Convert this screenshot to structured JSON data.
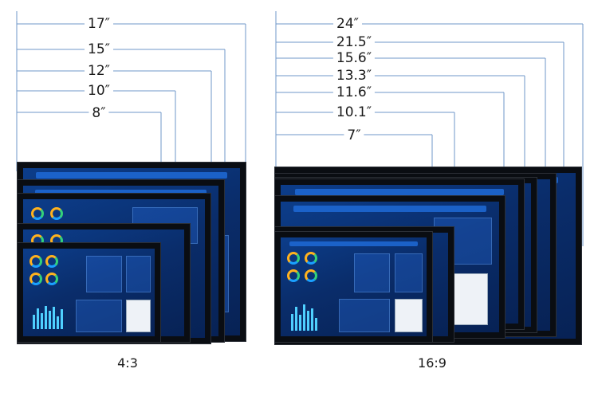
{
  "groups": [
    {
      "ratio": "4:3",
      "sizes": [
        "17″",
        "15″",
        "12″",
        "10″",
        "8″"
      ]
    },
    {
      "ratio": "16:9",
      "sizes": [
        "24″",
        "21.5″",
        "15.6″",
        "13.3″",
        "11.6″",
        "10.1″",
        "7″"
      ]
    }
  ],
  "colors": {
    "leader_line": "#6f97c9",
    "bezel": "#0a0d12",
    "screen": "#0c3d8a",
    "accent": "#1f6ad6"
  }
}
